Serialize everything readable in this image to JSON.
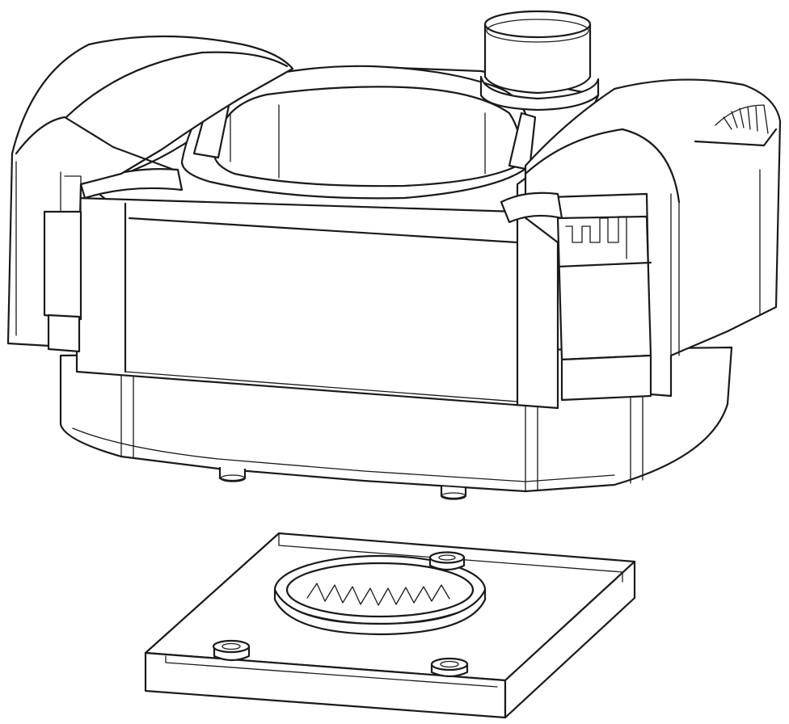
{
  "drawing": {
    "style": "line-art",
    "stroke_color": "#1a1a1a",
    "background_color": "#ffffff",
    "parts": [
      {
        "name": "motor-head-housing",
        "visible": true
      },
      {
        "name": "outlet-nozzle",
        "visible": true
      },
      {
        "name": "left-clamp-handle",
        "visible": true
      },
      {
        "name": "right-clamp-handle",
        "visible": true
      },
      {
        "name": "impeller-base-plate",
        "visible": true
      },
      {
        "name": "impeller-ring",
        "visible": true
      }
    ]
  }
}
